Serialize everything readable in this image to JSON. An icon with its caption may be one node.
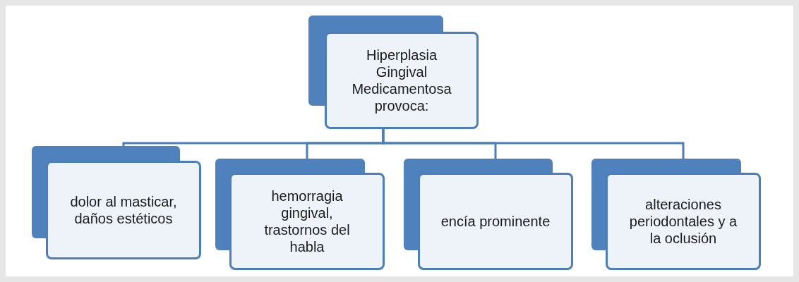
{
  "diagram": {
    "nodes": [
      {
        "text": [
          "Hiperplasia Gingival Medicamentosa provoca:"
        ]
      },
      {
        "text": [
          "dolor al masticar, daños estéticos"
        ]
      },
      {
        "text": [
          "hemorragia gingival, trastornos del habla"
        ]
      },
      {
        "text": [
          "encía prominente"
        ]
      },
      {
        "text": [
          "alteraciones periodontales y a la oclusión"
        ]
      }
    ],
    "edges": [
      {
        "from": 0,
        "to": 1,
        "arrow": "none"
      },
      {
        "from": 0,
        "to": 2,
        "arrow": "none"
      },
      {
        "from": 0,
        "to": 3,
        "arrow": "none"
      },
      {
        "from": 0,
        "to": 4,
        "arrow": "none"
      }
    ]
  }
}
